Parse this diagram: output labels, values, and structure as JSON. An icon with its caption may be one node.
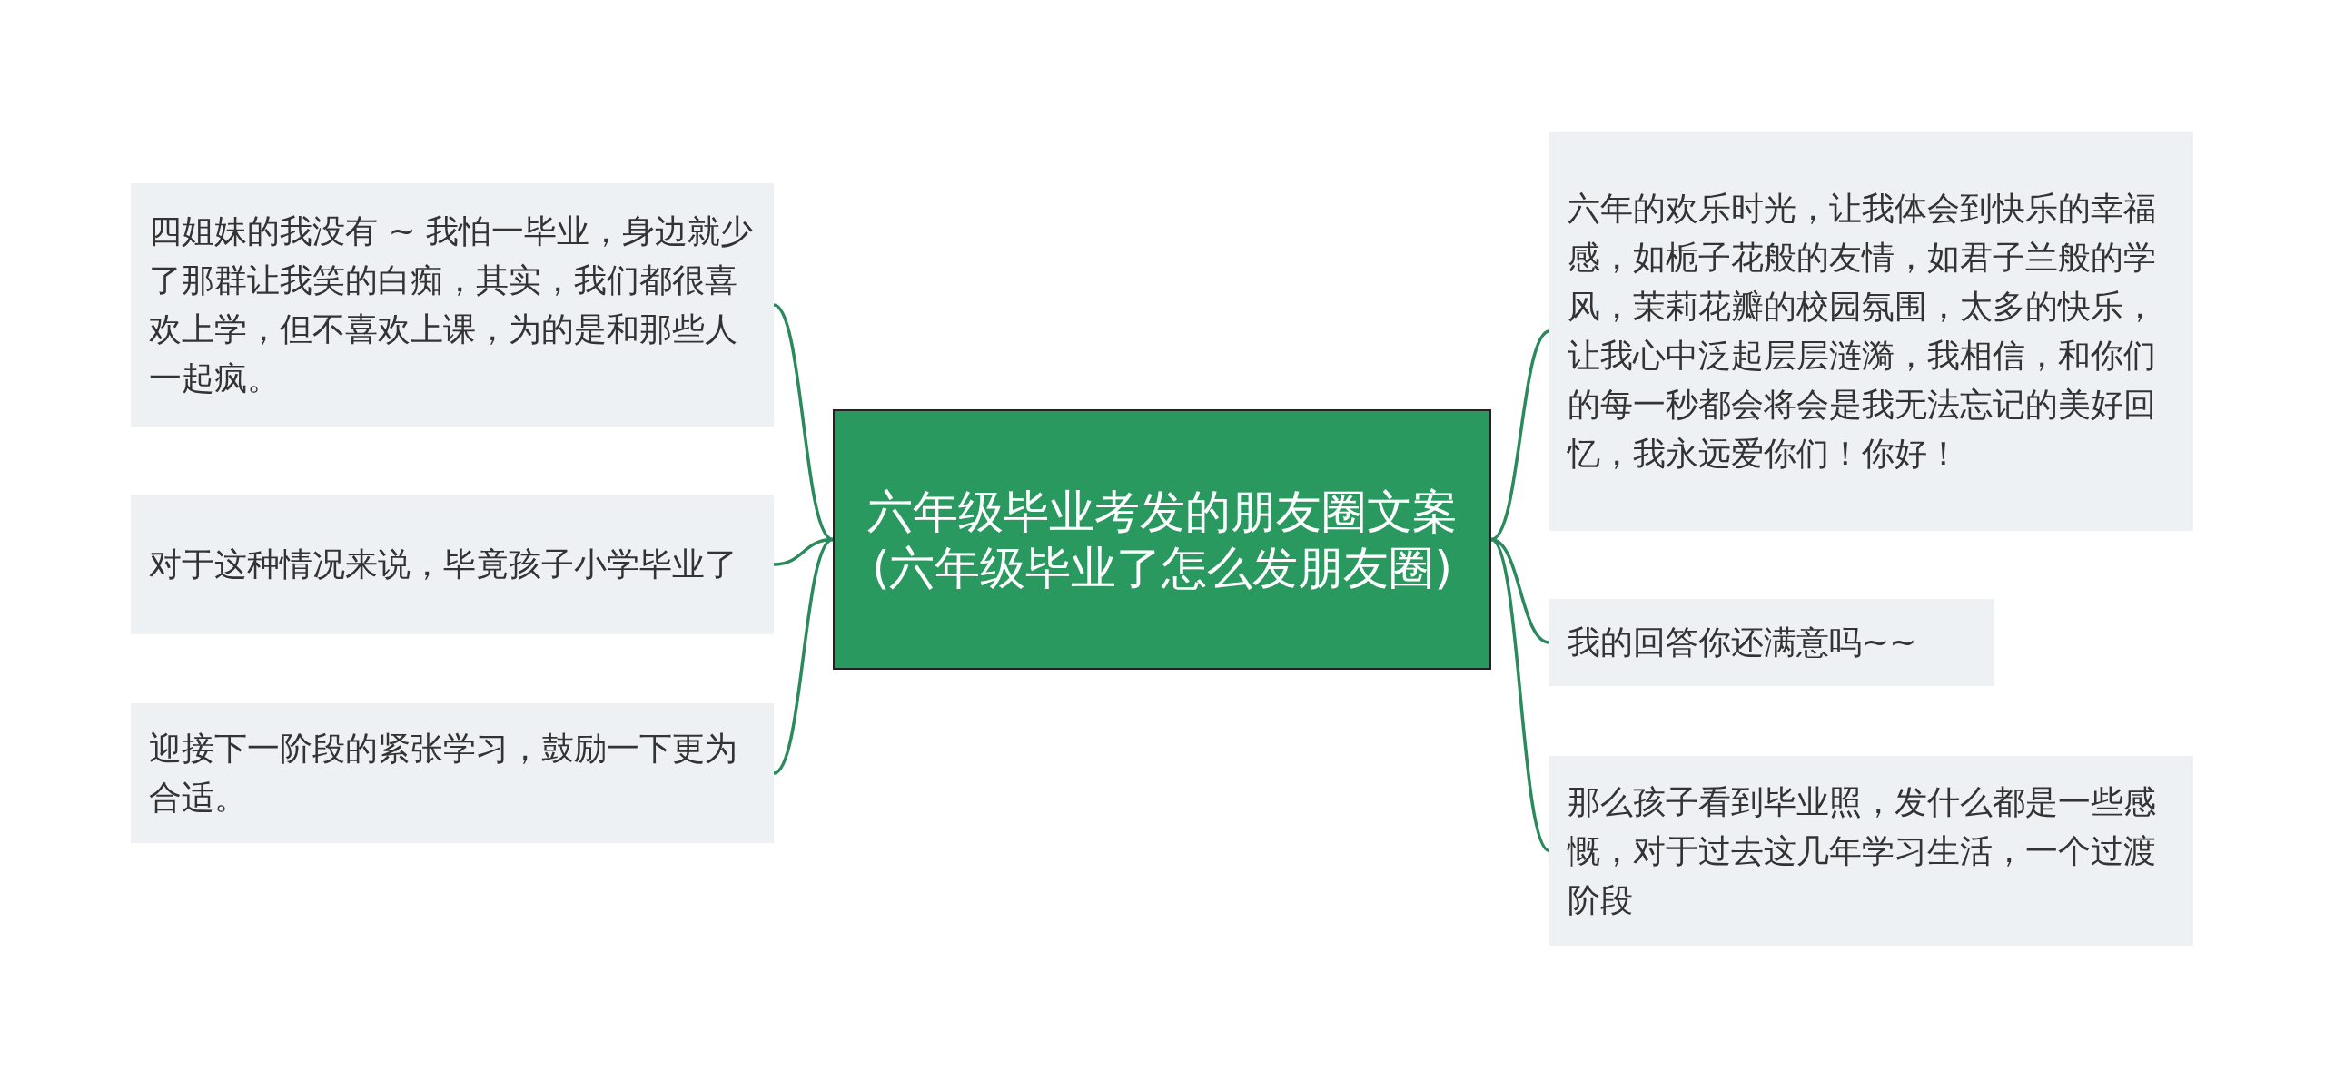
{
  "diagram": {
    "nodes": [
      {
        "text": [
          "六年级毕业考发的朋友圈文案(六年级毕业了怎么发朋友圈)"
        ]
      },
      {
        "text": [
          "四姐妹的我没有 ~ 我怕一毕业，身边就少了那群让我笑的白痴，其实，我们都很喜欢上学，但不喜欢上课，为的是和那些人一起疯。"
        ]
      },
      {
        "text": [
          "对于这种情况来说，毕竟孩子小学毕业了"
        ]
      },
      {
        "text": [
          "迎接下一阶段的紧张学习，鼓励一下更为合适。"
        ]
      },
      {
        "text": [
          "六年的欢乐时光，让我体会到快乐的幸福感，如栀子花般的友情，如君子兰般的学风，茉莉花瓣的校园氛围，太多的快乐，让我心中泛起层层涟漪，我相信，和你们的每一秒都会将会是我无法忘记的美好回忆，我永远爱你们！你好！"
        ]
      },
      {
        "text": [
          "我的回答你还满意吗~~"
        ]
      },
      {
        "text": [
          "那么孩子看到毕业照，发什么都是一些感慨，对于过去这几年学习生活，一个过渡阶段"
        ]
      }
    ],
    "edges": [
      {
        "from": 0,
        "to": 1,
        "arrow": "none"
      },
      {
        "from": 0,
        "to": 2,
        "arrow": "none"
      },
      {
        "from": 0,
        "to": 3,
        "arrow": "none"
      },
      {
        "from": 0,
        "to": 4,
        "arrow": "none"
      },
      {
        "from": 0,
        "to": 5,
        "arrow": "none"
      },
      {
        "from": 0,
        "to": 6,
        "arrow": "none"
      }
    ]
  }
}
